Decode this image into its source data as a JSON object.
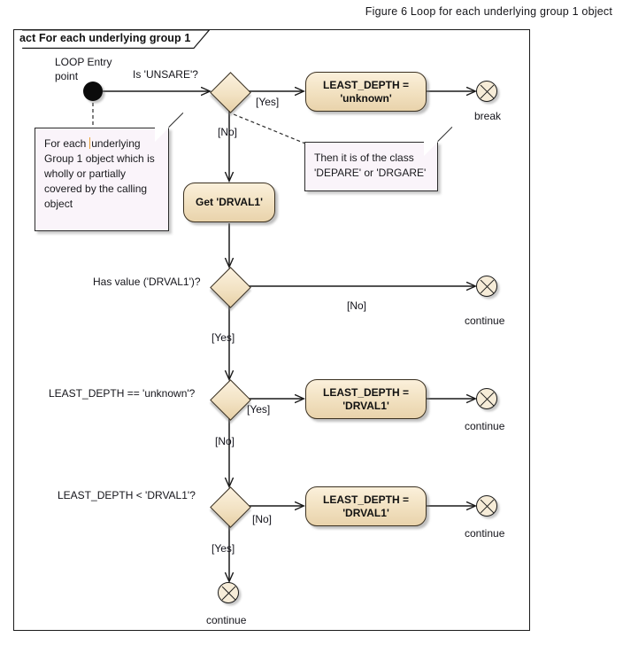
{
  "figure": {
    "caption": "Figure 6 Loop for each underlying group 1 object"
  },
  "frame": {
    "name": "act For each underlying group 1"
  },
  "colors": {
    "action_fill": "#f3e3c4",
    "decision_fill": "#f2e2c3",
    "final_fill": "#f6ecd8",
    "note_fill": "#faf4fa",
    "line": "#1a1a1a",
    "caret": "#e8a13a"
  },
  "labels": {
    "loop_entry": "LOOP Entry\npoint",
    "loop_entry_line1": "LOOP Entry",
    "loop_entry_line2": "point",
    "is_unsafe": "Is 'UNSARE'?",
    "has_value": "Has value ('DRVAL1')?",
    "least_depth_eq_unknown": "LEAST_DEPTH == 'unknown'?",
    "least_depth_lt_drval1": "LEAST_DEPTH < 'DRVAL1'?"
  },
  "guards": {
    "unsafe_yes": "[Yes]",
    "unsafe_no": "[No]",
    "hasvalue_no": "[No]",
    "hasvalue_yes": "[Yes]",
    "eq_yes": "[Yes]",
    "eq_no": "[No]",
    "lt_no": "[No]",
    "lt_yes": "[Yes]"
  },
  "actions": [
    {
      "id": "set-unknown",
      "line1": "LEAST_DEPTH =",
      "line2": "'unknown'"
    },
    {
      "id": "get-drval1",
      "line1": "Get 'DRVAL1'",
      "line2": ""
    },
    {
      "id": "set-drval1-a",
      "line1": "LEAST_DEPTH =",
      "line2": "'DRVAL1'"
    },
    {
      "id": "set-drval1-b",
      "line1": "LEAST_DEPTH =",
      "line2": "'DRVAL1'"
    }
  ],
  "finals": [
    {
      "id": "break",
      "label": "break"
    },
    {
      "id": "continue-1",
      "label": "continue"
    },
    {
      "id": "continue-2",
      "label": "continue"
    },
    {
      "id": "continue-3",
      "label": "continue"
    },
    {
      "id": "continue-4",
      "label": "continue"
    }
  ],
  "notes": [
    {
      "id": "loop-note",
      "text_before_caret": "For each ",
      "text_after_caret": "underlying Group 1 object which is wholly or partially covered by the calling object",
      "has_caret": true
    },
    {
      "id": "class-note",
      "line1": "Then it is of the class",
      "line2": "'DEPARE' or 'DRGARE'",
      "has_caret": false
    }
  ]
}
